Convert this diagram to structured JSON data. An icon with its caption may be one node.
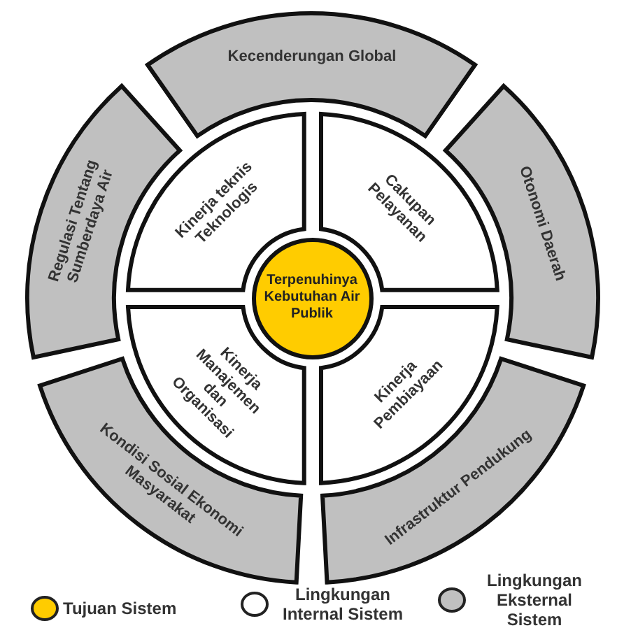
{
  "diagram": {
    "nodes": [
      {
        "text": [
          "Terpenuhinya Kebutuhan Air Publik"
        ]
      },
      {
        "text": [
          "Kinerja teknis Teknologis"
        ]
      },
      {
        "text": [
          "Cakupan Pelayanan"
        ]
      },
      {
        "text": [
          "Kinerja Pembiayaan"
        ]
      },
      {
        "text": [
          "Kinerja Manajemen dan Organisasi"
        ]
      },
      {
        "text": [
          "Kecenderungan Global"
        ]
      },
      {
        "text": [
          "Otonomi Daerah"
        ]
      },
      {
        "text": [
          "Infrastruktur Pendukung"
        ]
      },
      {
        "text": [
          "Kondisi Sosial Ekonomi Masyarakat"
        ]
      },
      {
        "text": [
          "Regulasi Tentang Sumberdaya Air"
        ]
      }
    ],
    "edges": [],
    "legend": [
      {
        "text": "Tujuan Sistem",
        "color": "#ffcc00"
      },
      {
        "text": "Lingkungan Internal Sistem",
        "color": "#ffffff"
      },
      {
        "text": "Lingkungan Eksternal Sistem",
        "color": "#c0c0c0"
      }
    ]
  }
}
